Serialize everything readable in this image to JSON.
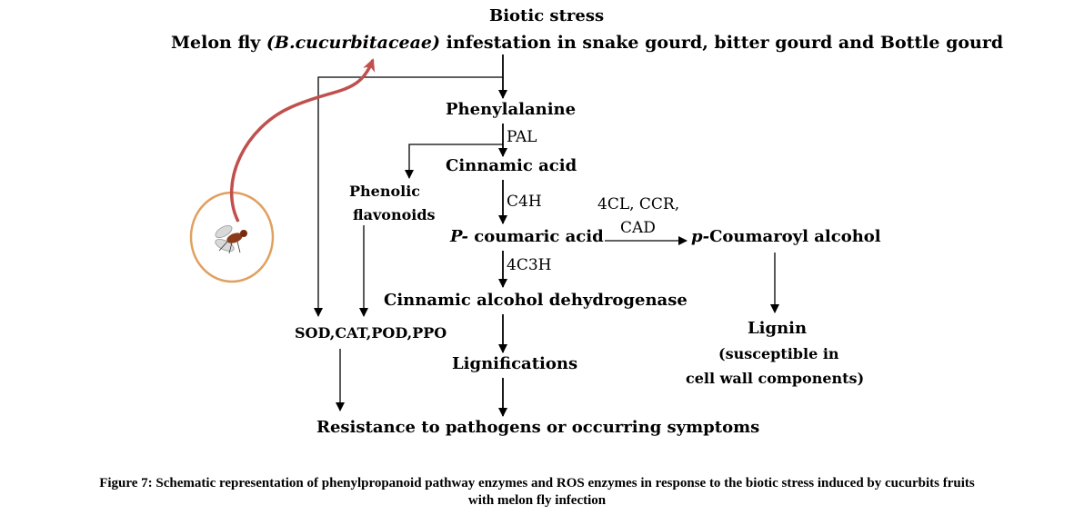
{
  "nodes": {
    "biotic_stress": "Biotic stress",
    "infestation_pre": "Melon fly ",
    "infestation_species": "(B.cucurbitaceae)",
    "infestation_post": " infestation in snake gourd, bitter gourd and Bottle gourd",
    "phenylalanine": "Phenylalanine",
    "cinnamic_acid": "Cinnamic acid",
    "phenolic_line1": "Phenolic",
    "phenolic_line2": "flavonoids",
    "p_coumaric_prefix": "P-",
    "p_coumaric_rest": " coumaric acid",
    "p_coumaroyl_prefix": "p-",
    "p_coumaroyl_rest": "Coumaroyl alcohol",
    "cinnamic_alcohol_dehydrogenase": "Cinnamic alcohol dehydrogenase",
    "sod_cat_pod_ppo": "SOD,CAT,POD,PPO",
    "lignin": "Lignin",
    "lignin_note_line1": "(susceptible in",
    "lignin_note_line2": "cell wall components)",
    "lignifications": "Lignifications",
    "resistance": "Resistance to pathogens or occurring symptoms"
  },
  "enzymes": {
    "pal": "PAL",
    "c4h": "C4H",
    "c3h": "4C3H",
    "cl_ccr": "4CL, CCR,",
    "cad": "CAD"
  },
  "caption": {
    "line1": "Figure 7: Schematic representation of phenylpropanoid pathway enzymes and ROS enzymes in response to the biotic stress induced by cucurbits fruits",
    "line2": "with melon fly infection"
  },
  "colors": {
    "curved_arrow": "#c0504d",
    "insect_circle": "#e0a060"
  },
  "icons": {
    "insect": "melon-fly-icon"
  }
}
